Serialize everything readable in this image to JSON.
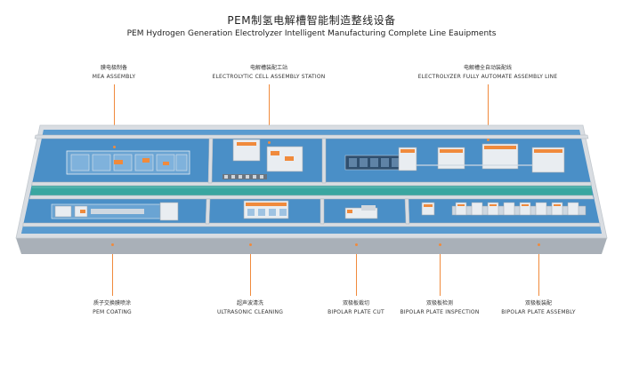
{
  "title": {
    "cn": "PEM制氢电解槽智能制造整线设备",
    "en": "PEM Hydrogen Generation Electrolyzer Intelligent Manufacturing Complete Line Eauipments"
  },
  "top_labels": [
    {
      "cn": "膜电极制备",
      "en": "MEA ASSEMBLY"
    },
    {
      "cn": "电解槽装配工站",
      "en": "ELECTROLYTIC CELL ASSEMBLY STATION"
    },
    {
      "cn": "电解槽全自动装配线",
      "en": "ELECTROLYZER FULLY AUTOMATE ASSEMBLY LINE"
    }
  ],
  "bottom_labels": [
    {
      "cn": "质子交换膜喷涂",
      "en": "PEM COATING"
    },
    {
      "cn": "超声波清洗",
      "en": "ULTRASONIC CLEANING"
    },
    {
      "cn": "双极板裁切",
      "en": "BIPOLAR PLATE CUT"
    },
    {
      "cn": "双极板检测",
      "en": "BIPOLAR PLATE INSPECTION"
    },
    {
      "cn": "双极板装配",
      "en": "BIPOLAR PLATE ASSEMBLY"
    }
  ],
  "colors": {
    "floor": "#4a8fc7",
    "floor_dark": "#3f7fb6",
    "wall": "#d9dde2",
    "wall_side": "#a9b0b8",
    "corridor": "#3aa6a0",
    "accent": "#f08a3c"
  }
}
